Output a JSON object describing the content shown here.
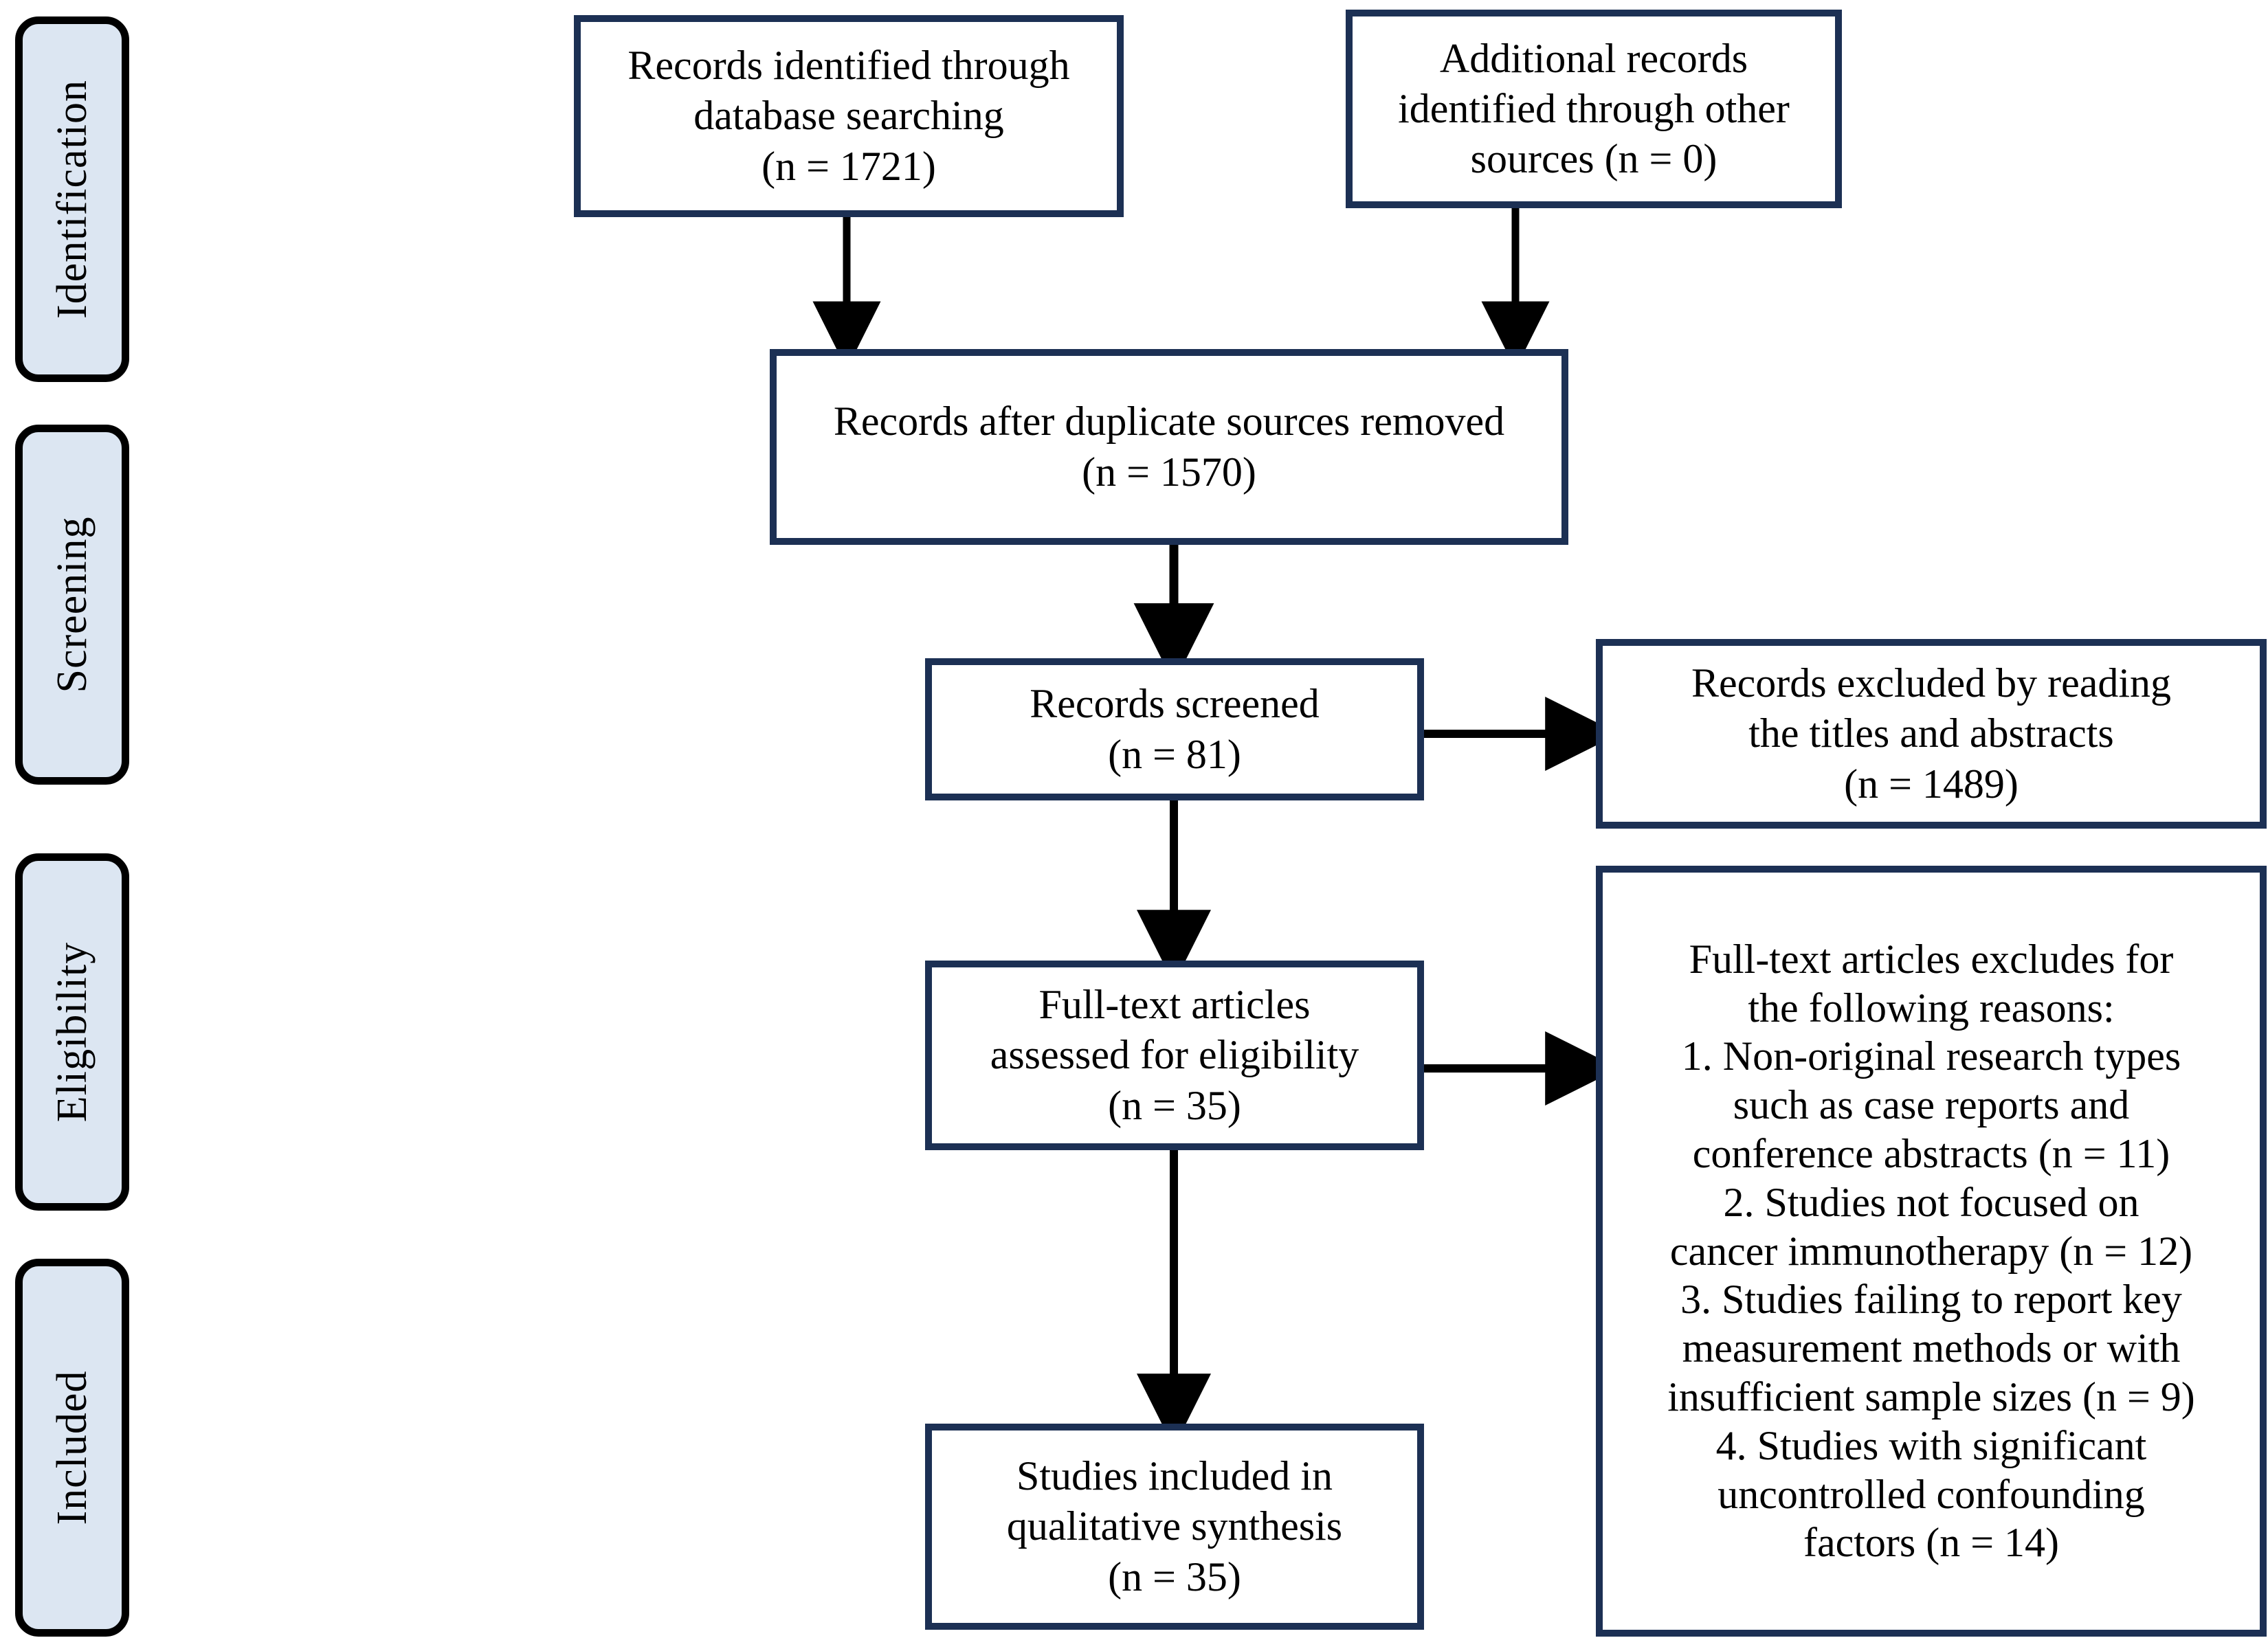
{
  "diagram": {
    "title": "PRISMA flow diagram",
    "accent_border_color": "#1c3054",
    "phase_fill_color": "#dce6f2",
    "phase_border_color": "#000000",
    "arrow_color": "#000000",
    "background_color": "#ffffff"
  },
  "phases": [
    {
      "id": "identification",
      "label": "Identification"
    },
    {
      "id": "screening",
      "label": "Screening"
    },
    {
      "id": "eligibility",
      "label": "Eligibility"
    },
    {
      "id": "included",
      "label": "Included"
    }
  ],
  "boxes": {
    "records_identified": {
      "lines": [
        "Records identified through",
        "database searching",
        "(n = 1721)"
      ],
      "n": 1721
    },
    "additional_records": {
      "lines": [
        "Additional records",
        "identified through other",
        "sources (n = 0)"
      ],
      "n": 0
    },
    "duplicates_removed": {
      "lines": [
        "Records after duplicate sources removed",
        "(n = 1570)"
      ],
      "n": 1570
    },
    "records_screened": {
      "lines": [
        "Records screened",
        "(n = 81)"
      ],
      "n": 81
    },
    "records_excluded": {
      "lines": [
        "Records excluded by reading",
        "the titles and abstracts",
        "(n = 1489)"
      ],
      "n": 1489
    },
    "fulltext_assessed": {
      "lines": [
        "Full-text articles",
        "assessed for eligibility",
        "(n = 35)"
      ],
      "n": 35
    },
    "fulltext_excluded": {
      "lines": [
        "Full-text articles excludes for",
        "the following reasons:",
        "1. Non-original research types",
        "such as case reports and",
        "conference abstracts (n = 11)",
        "2. Studies not focused on",
        "cancer immunotherapy (n = 12)",
        "3. Studies failing to report key",
        "measurement methods or with",
        "insufficient sample sizes (n = 9)",
        "4. Studies with significant",
        "uncontrolled confounding",
        "factors (n = 14)"
      ],
      "reasons": [
        {
          "index": 1,
          "text": "Non-original research types such as case reports and conference abstracts",
          "n": 11
        },
        {
          "index": 2,
          "text": "Studies not focused on cancer immunotherapy",
          "n": 12
        },
        {
          "index": 3,
          "text": "Studies failing to report key measurement methods or with insufficient sample sizes",
          "n": 9
        },
        {
          "index": 4,
          "text": "Studies with significant uncontrolled confounding factors",
          "n": 14
        }
      ]
    },
    "studies_included": {
      "lines": [
        "Studies included in",
        "qualitative synthesis",
        "(n = 35)"
      ],
      "n": 35
    }
  },
  "arrows": [
    {
      "id": "identified-to-dedup",
      "from": "records_identified",
      "to": "duplicates_removed",
      "direction": "down"
    },
    {
      "id": "additional-to-dedup",
      "from": "additional_records",
      "to": "duplicates_removed",
      "direction": "down"
    },
    {
      "id": "dedup-to-screened",
      "from": "duplicates_removed",
      "to": "records_screened",
      "direction": "down"
    },
    {
      "id": "screened-to-excluded",
      "from": "records_screened",
      "to": "records_excluded",
      "direction": "right"
    },
    {
      "id": "screened-to-fulltext",
      "from": "records_screened",
      "to": "fulltext_assessed",
      "direction": "down"
    },
    {
      "id": "fulltext-to-excluded",
      "from": "fulltext_assessed",
      "to": "fulltext_excluded",
      "direction": "right"
    },
    {
      "id": "fulltext-to-included",
      "from": "fulltext_assessed",
      "to": "studies_included",
      "direction": "down"
    }
  ]
}
